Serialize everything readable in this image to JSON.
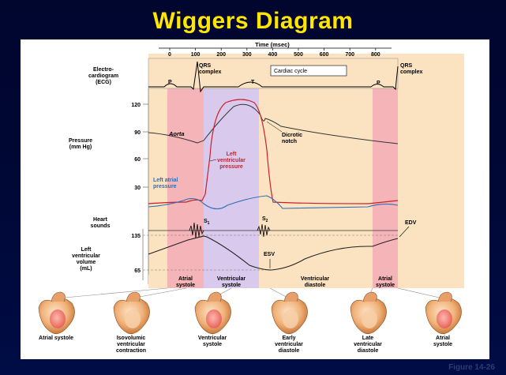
{
  "title": "Wiggers Diagram",
  "figure_label": "Figure 14-26",
  "time_axis": {
    "label": "Time (msec)",
    "ticks": [
      "0",
      "100",
      "200",
      "300",
      "400",
      "500",
      "600",
      "700",
      "800"
    ]
  },
  "ecg": {
    "label_lines": [
      "Electro-",
      "cardiogram",
      "(ECG)"
    ],
    "qrs_left": [
      "QRS",
      "complex"
    ],
    "qrs_right": [
      "QRS",
      "complex"
    ],
    "p_wave": "P",
    "t_wave": "T",
    "p_wave_2": "P",
    "cardiac_cycle": "Cardiac cycle"
  },
  "pressure": {
    "label_lines": [
      "Pressure",
      "(mm Hg)"
    ],
    "ticks": [
      "120",
      "90",
      "60",
      "30"
    ],
    "aorta": "Aorta",
    "lv_pressure": [
      "Left",
      "ventricular",
      "pressure"
    ],
    "la_pressure": [
      "Left atrial",
      "pressure"
    ],
    "dicrotic": [
      "Dicrotic",
      "notch"
    ]
  },
  "heart_sounds": {
    "label_lines": [
      "Heart",
      "sounds"
    ],
    "s1": "S",
    "s1_sub": "1",
    "s2": "S",
    "s2_sub": "2"
  },
  "volume": {
    "label_lines": [
      "Left",
      "ventricular",
      "volume",
      "(mL)"
    ],
    "ticks": [
      "135",
      "65"
    ],
    "edv": "EDV",
    "esv": "ESV"
  },
  "phases": {
    "atrial_systole": [
      "Atrial",
      "systole"
    ],
    "ventricular_systole": [
      "Ventricular",
      "systole"
    ],
    "ventricular_diastole": [
      "Ventricular",
      "diastole"
    ],
    "atrial_systole_2": [
      "Atrial",
      "systole"
    ]
  },
  "hearts": [
    {
      "name": "atrial-systole",
      "lines": [
        "Atrial systole"
      ]
    },
    {
      "name": "isovolumic-contraction",
      "lines": [
        "Isovolumic",
        "ventricular",
        "contraction"
      ]
    },
    {
      "name": "ventricular-systole",
      "lines": [
        "Ventricular",
        "systole"
      ]
    },
    {
      "name": "early-diastole",
      "lines": [
        "Early",
        "ventricular",
        "diastole"
      ]
    },
    {
      "name": "late-diastole",
      "lines": [
        "Late",
        "ventricular",
        "diastole"
      ]
    },
    {
      "name": "atrial-systole-2",
      "lines": [
        "Atrial",
        "systole"
      ]
    }
  ],
  "colors": {
    "title": "#ffe600",
    "atrial_band": "#f4b4b8",
    "systole_band": "#d9c9ec",
    "diastole_band": "#fbe3c2",
    "lv_pressure": "#cc1f2a",
    "la_pressure": "#2d6fb8"
  }
}
